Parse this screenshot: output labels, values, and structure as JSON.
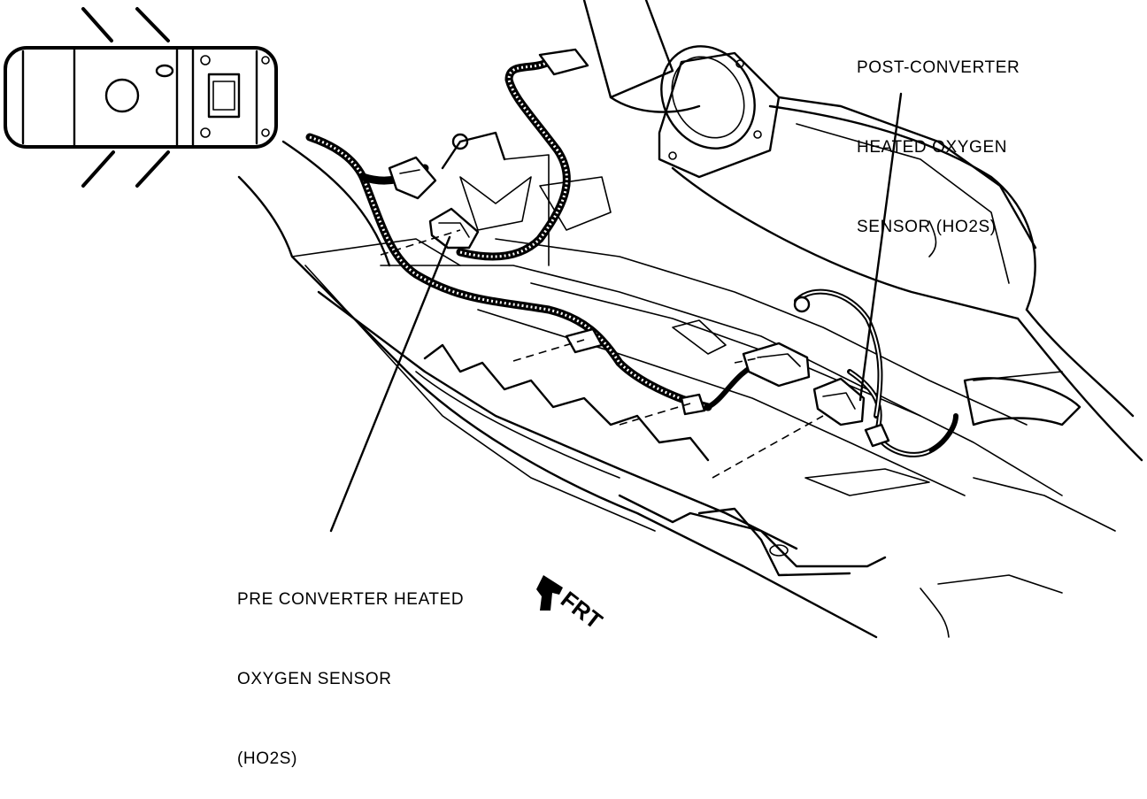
{
  "labels": {
    "post_converter": [
      "POST-CONVERTER",
      "HEATED OXYGEN",
      "SENSOR (HO2S)"
    ],
    "pre_converter": [
      "PRE CONVERTER HEATED",
      "OXYGEN SENSOR",
      "(HO2S)"
    ],
    "front_arrow": "FRT"
  },
  "colors": {
    "ink": "#000000",
    "paper": "#ffffff"
  },
  "icons": [
    "vehicle-locator-icon",
    "front-arrow-icon"
  ]
}
